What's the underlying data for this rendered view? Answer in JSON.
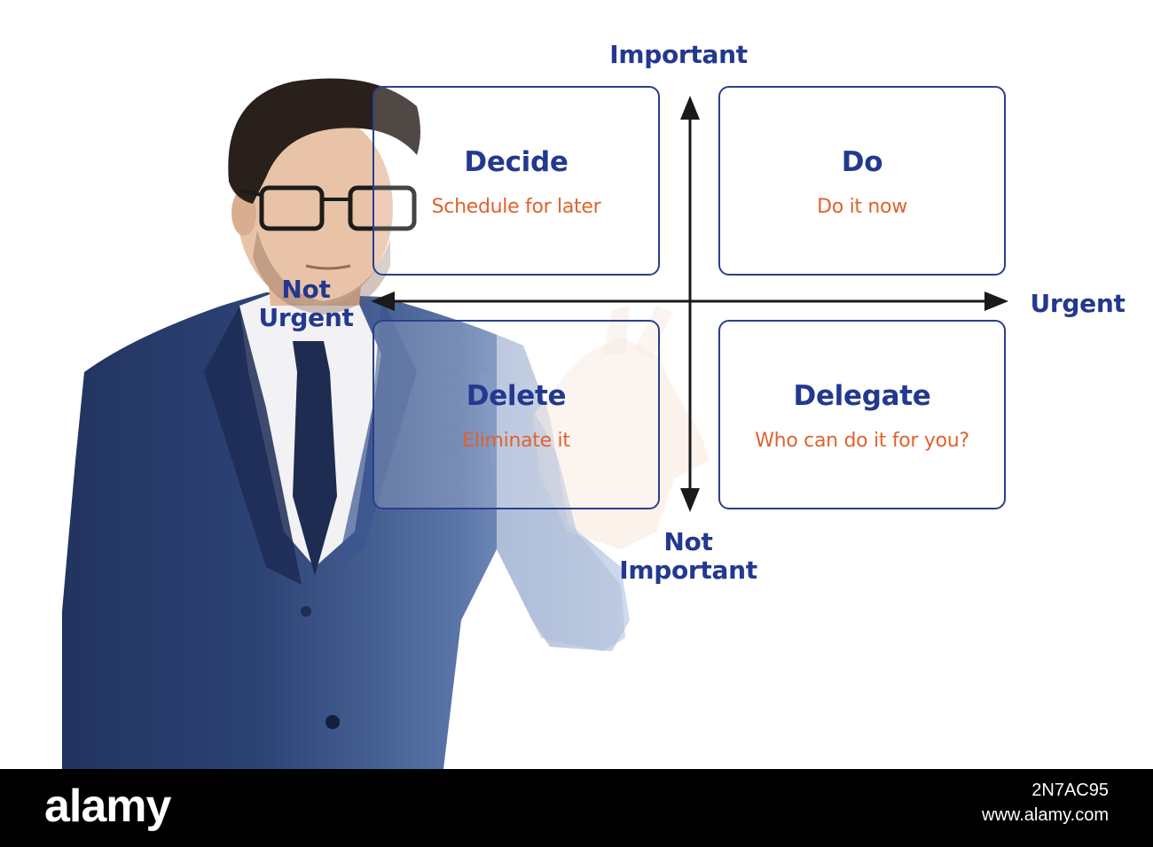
{
  "diagram": {
    "axis_top": "Important",
    "axis_bottom_line1": "Not",
    "axis_bottom_line2": "Important",
    "axis_left_line1": "Not",
    "axis_left_line2": "Urgent",
    "axis_right": "Urgent",
    "quadrants": [
      {
        "title": "Decide",
        "subtitle": "Schedule for later"
      },
      {
        "title": "Do",
        "subtitle": "Do it now"
      },
      {
        "title": "Delete",
        "subtitle": "Eliminate it"
      },
      {
        "title": "Delegate",
        "subtitle": "Who can do it for you?"
      }
    ]
  },
  "footer": {
    "logo": "alamy",
    "image_id": "2N7AC95",
    "site": "www.alamy.com"
  },
  "colors": {
    "heading_blue": "#23388f",
    "subtitle_orange": "#e0622e",
    "arrow": "#1a1a1a",
    "footer_bg": "#000000"
  }
}
